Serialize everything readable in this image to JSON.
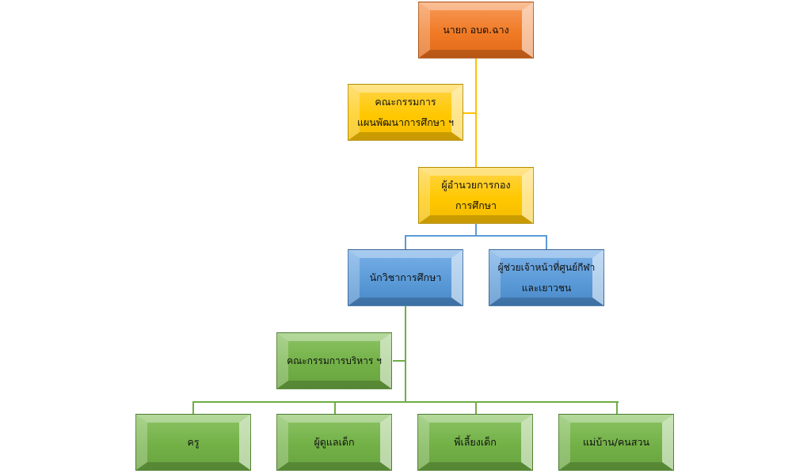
{
  "chart": {
    "mayor": "นายก อบต.ฉาง",
    "committee_plan": [
      "คณะกรรมการ",
      "แผนพัฒนาการศึกษา ฯ"
    ],
    "director": [
      "ผู้อำนวยการกอง",
      "การศึกษา"
    ],
    "education_officer": "นักวิชาการศึกษา",
    "sports_assistant": [
      "ผู้ช่วยเจ้าหน้าที่ศูนย์กีฬา",
      "และเยาวชน"
    ],
    "committee_admin": "คณะกรรมการบริหาร ฯ",
    "staff": [
      "ครู",
      "ผู้ดูแลเด็ก",
      "พี่เลี้ยงเด็ก",
      "แม่บ้าน/คนสวน"
    ]
  },
  "colors": {
    "orange": "#f07a25",
    "yellow": "#ffc000",
    "blue": "#5b9bd5",
    "green": "#70ad47"
  }
}
